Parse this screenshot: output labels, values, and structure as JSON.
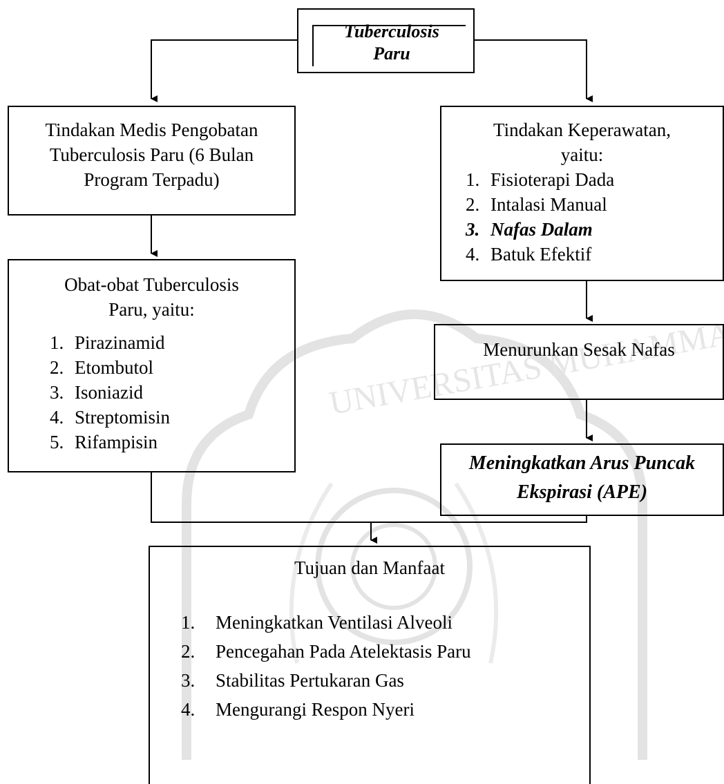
{
  "top": {
    "line1": "Tuberculosis",
    "line2": "Paru"
  },
  "medical": {
    "lines": [
      "Tindakan Medis Pengobatan",
      "Tuberculosis Paru (6 Bulan",
      "Program Terpadu)"
    ]
  },
  "drugs": {
    "heading_lines": [
      "Obat-obat Tuberculosis",
      "Paru, yaitu:"
    ],
    "items": [
      {
        "num": "1.",
        "label": "Pirazinamid"
      },
      {
        "num": "2.",
        "label": "Etombutol"
      },
      {
        "num": "3.",
        "label": "Isoniazid"
      },
      {
        "num": "4.",
        "label": "Streptomisin"
      },
      {
        "num": "5.",
        "label": "Rifampisin"
      }
    ]
  },
  "nursing": {
    "heading_lines": [
      "Tindakan Keperawatan,",
      "yaitu:"
    ],
    "items": [
      {
        "num": "1.",
        "label": "Fisioterapi Dada"
      },
      {
        "num": "2.",
        "label": "Intalasi Manual"
      },
      {
        "num": "3.",
        "label": "Nafas Dalam"
      },
      {
        "num": "4.",
        "label": "Batuk Efektif"
      }
    ]
  },
  "reduce": {
    "label": "Menurunkan Sesak Nafas"
  },
  "ape": {
    "line1": "Meningkatkan Arus Puncak",
    "line2": "Ekspirasi (APE)"
  },
  "goal": {
    "title": "Tujuan dan Manfaat",
    "items": [
      {
        "num": "1.",
        "label": "Meningkatkan Ventilasi Alveoli"
      },
      {
        "num": "2.",
        "label": "Pencegahan Pada Atelektasis Paru"
      },
      {
        "num": "3.",
        "label": "Stabilitas Pertukaran Gas"
      },
      {
        "num": "4.",
        "label": "Mengurangi Respon Nyeri"
      }
    ]
  },
  "watermark": {
    "text": "UNIVERSITAS MUHAMMADIYAH"
  }
}
